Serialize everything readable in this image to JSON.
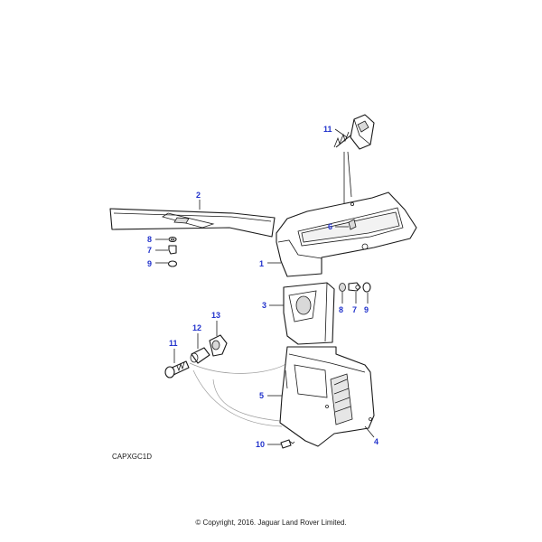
{
  "diagram": {
    "reference_code": "CAPXGC1D",
    "copyright": "© Copyright, 2016. Jaguar Land Rover Limited.",
    "callouts": [
      "11",
      "2",
      "6",
      "8",
      "7",
      "9",
      "1",
      "3",
      "8",
      "7",
      "9",
      "13",
      "12",
      "11",
      "5",
      "4",
      "10"
    ],
    "callout_color": "#2233cc"
  }
}
